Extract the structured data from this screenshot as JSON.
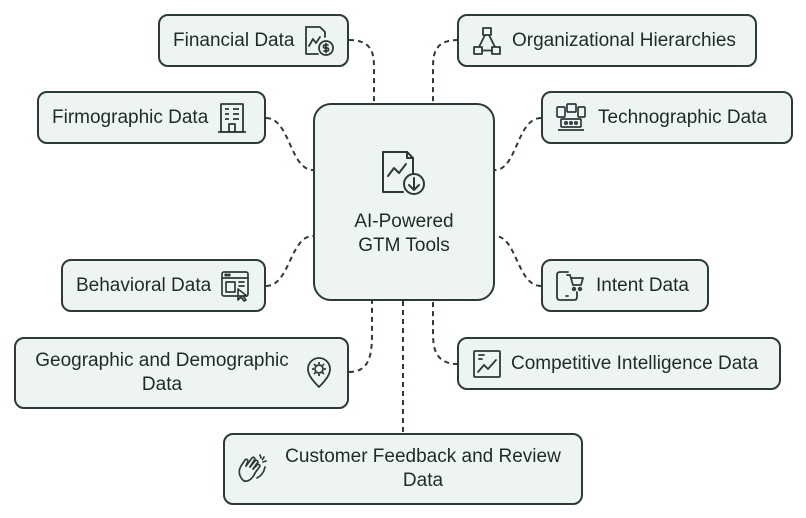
{
  "center": {
    "title": "AI-Powered GTM Tools",
    "icon": "chart-download-icon"
  },
  "nodes": {
    "financial": {
      "label": "Financial Data",
      "icon": "financial-document-icon"
    },
    "organizational": {
      "label": "Organizational Hierarchies",
      "icon": "hierarchy-icon"
    },
    "firmographic": {
      "label": "Firmographic Data",
      "icon": "building-icon"
    },
    "technographic": {
      "label": "Technographic Data",
      "icon": "devices-icon"
    },
    "behavioral": {
      "label": "Behavioral Data",
      "icon": "browser-click-icon"
    },
    "intent": {
      "label": "Intent Data",
      "icon": "mobile-cart-icon"
    },
    "geographic": {
      "label": "Geographic and Demographic Data",
      "icon": "location-pin-icon"
    },
    "competitive": {
      "label": "Competitive Intelligence Data",
      "icon": "line-chart-icon"
    },
    "feedback": {
      "label": "Customer Feedback and Review Data",
      "icon": "clapping-hands-icon"
    }
  },
  "colors": {
    "box_fill": "#eef4f2",
    "stroke": "#2c3a3a",
    "text": "#1f2a2a"
  }
}
